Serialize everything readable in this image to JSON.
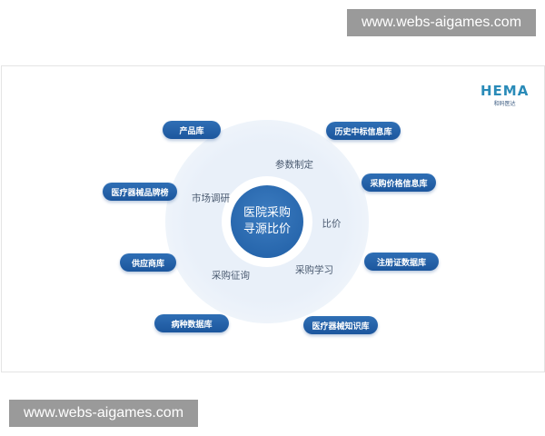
{
  "watermarks": [
    "www.webs-aigames.com",
    "www.webs-aigames.com"
  ],
  "logo": {
    "name": "HEMA",
    "subtitle": "和码医达"
  },
  "center": {
    "line1": "医院采购",
    "line2": "寻源比价"
  },
  "ring_labels": [
    "参数制定",
    "市场调研",
    "比价",
    "采购征询",
    "采购学习"
  ],
  "pills": [
    "产品库",
    "历史中标信息库",
    "医疗器械品牌榜",
    "采购价格信息库",
    "供应商库",
    "注册证数据库",
    "病种数据库",
    "医疗器械知识库"
  ],
  "colors": {
    "pill": "#1f5a9f",
    "center": "#2a6ab0",
    "ring": "#eef3fa"
  }
}
